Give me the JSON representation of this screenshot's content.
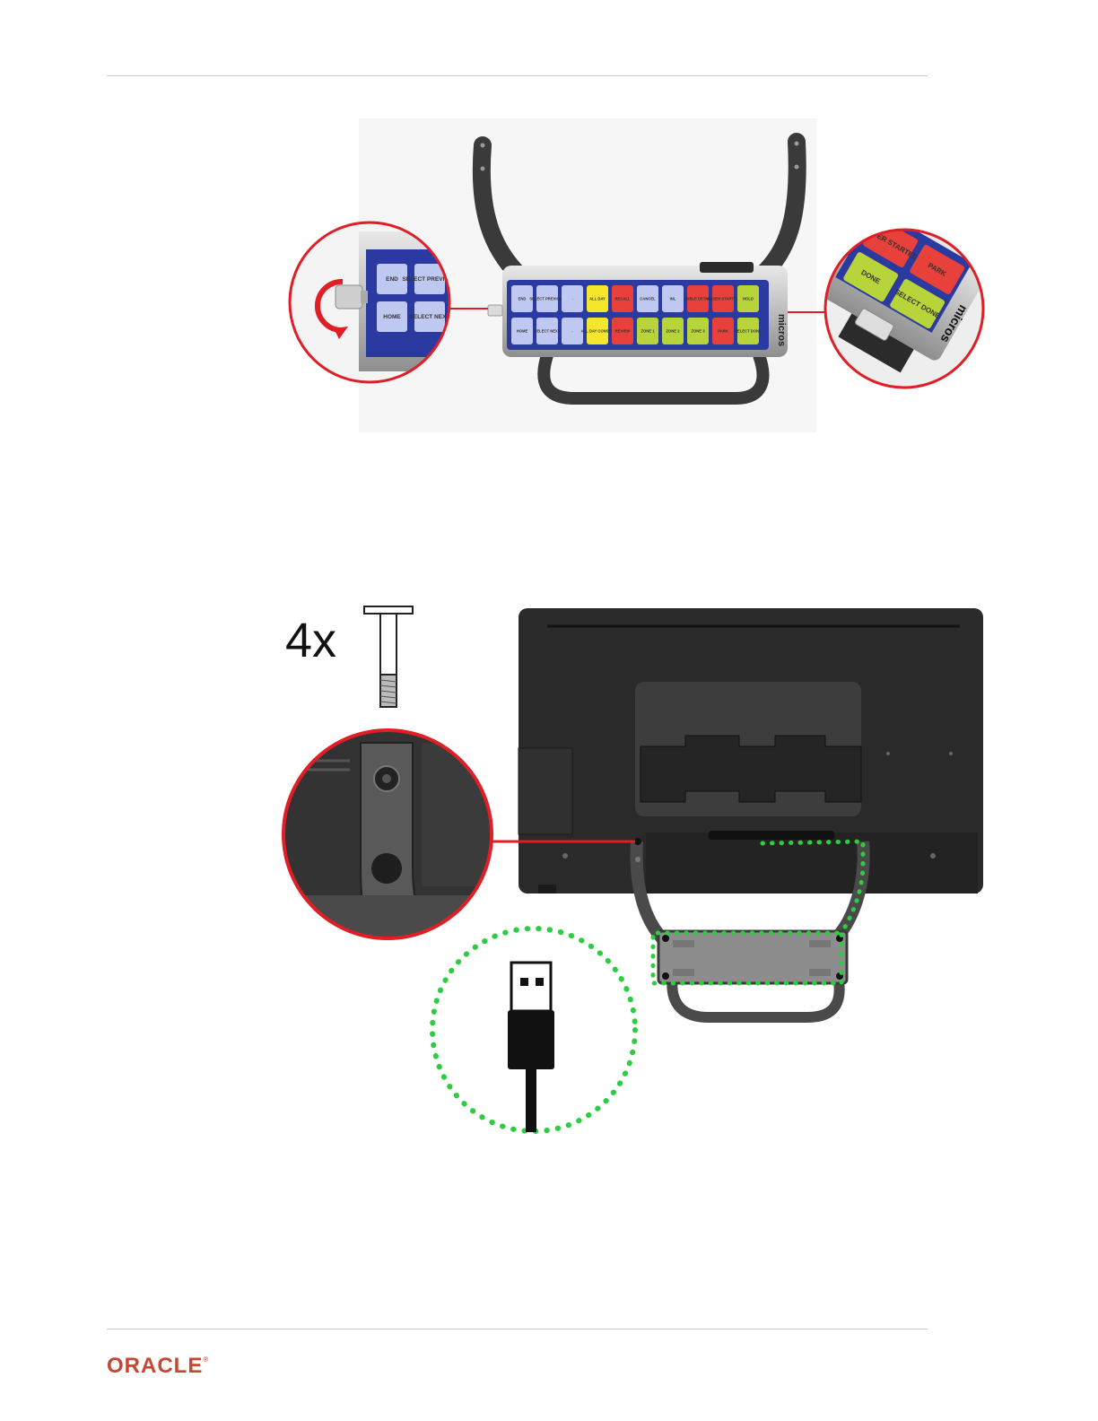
{
  "figure1": {
    "overview_keys_row1": [
      "END",
      "SELECT PREVIOUS",
      "→",
      "ALL DAY",
      "RECALL",
      "CANCEL",
      "INL",
      "TABLE DETAIL",
      "ORDER STARTED",
      "HOLD"
    ],
    "overview_keys_row2": [
      "HOME",
      "SELECT NEXT",
      "←",
      "ALL DAY CONSOL",
      "REVIEW",
      "ZONE 1",
      "ZONE 2",
      "ZONE 3",
      "PARK",
      "SELECT DONE"
    ],
    "zoom_left_keys": [
      "END",
      "SELECT PREVIOUS",
      "HOME",
      "SELECT NEXT"
    ],
    "zoom_right_keys": [
      "ORDER STARTED",
      "PARK",
      "DONE",
      "SELECT DONE"
    ],
    "brand": "micros"
  },
  "figure2": {
    "screw_count": "4x"
  },
  "footer": {
    "logo": "ORACLE"
  },
  "colors": {
    "callout_red": "#e01e26",
    "usb_green": "#2ecc40",
    "oracle_red": "#c74634",
    "keypad_blue": "#2a3aa0"
  }
}
